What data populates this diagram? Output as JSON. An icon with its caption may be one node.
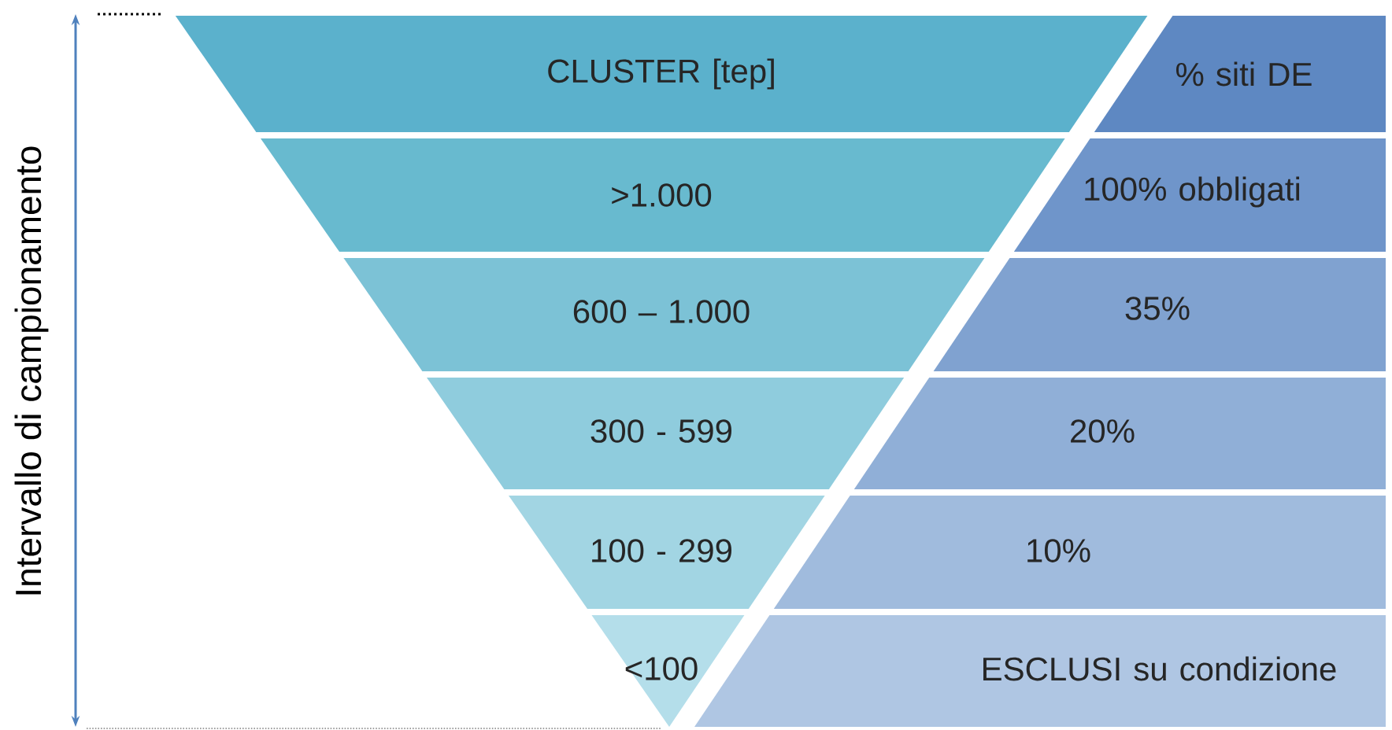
{
  "diagram": {
    "nodes": [
      {
        "text": [
          "CLUSTER [tep]"
        ]
      },
      {
        "text": [
          "% siti DE"
        ]
      },
      {
        "text": [
          ">1.000"
        ]
      },
      {
        "text": [
          "100% obbligati"
        ]
      },
      {
        "text": [
          "600 – 1.000"
        ]
      },
      {
        "text": [
          "35%"
        ]
      },
      {
        "text": [
          "300 - 599"
        ]
      },
      {
        "text": [
          "20%"
        ]
      },
      {
        "text": [
          "100 - 299"
        ]
      },
      {
        "text": [
          "10%"
        ]
      },
      {
        "text": [
          "<100"
        ]
      },
      {
        "text": [
          "ESCLUSI su condizione"
        ]
      }
    ],
    "labels": [
      "Intervallo di campionamento"
    ]
  }
}
